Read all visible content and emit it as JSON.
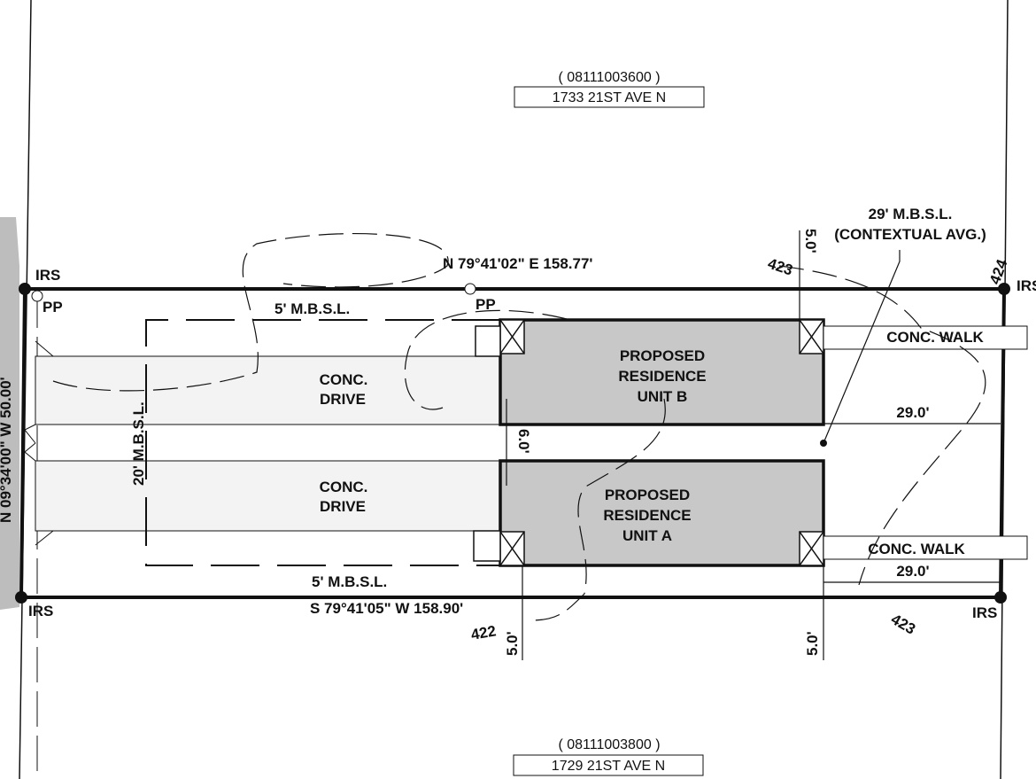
{
  "parcels": {
    "north": {
      "id": "( 08111003600 )",
      "address": "1733 21ST AVE N"
    },
    "south": {
      "id": "( 08111003800 )",
      "address": "1729 21ST AVE N"
    }
  },
  "bearings": {
    "north": "N 79°41'02\" E 158.77'",
    "south": "S 79°41'05\" W 158.90'",
    "west": "N 09°34'00\" W 50.00'"
  },
  "setbacks": {
    "side_north": "5' M.B.S.L.",
    "side_south": "5' M.B.S.L.",
    "front": "20' M.B.S.L.",
    "rear_title": "29' M.B.S.L.",
    "rear_subtitle": "(CONTEXTUAL AVG.)"
  },
  "markers": {
    "irs_nw": "IRS",
    "irs_ne": "IRS",
    "irs_sw": "IRS",
    "irs_se": "IRS",
    "pp_1": "PP",
    "pp_2": "PP"
  },
  "contours": {
    "c423_top": "423",
    "c424": "424",
    "c423_bottom": "423",
    "c422": "422"
  },
  "drives": {
    "top": [
      "CONC.",
      "DRIVE"
    ],
    "bottom": [
      "CONC.",
      "DRIVE"
    ]
  },
  "units": {
    "b": [
      "PROPOSED",
      "RESIDENCE",
      "UNIT B"
    ],
    "a": [
      "PROPOSED",
      "RESIDENCE",
      "UNIT A"
    ]
  },
  "walks": {
    "top": "CONC. WALK",
    "bottom": "CONC. WALK"
  },
  "dimensions": {
    "rear_b": "29.0'",
    "rear_a": "29.0'",
    "gap": "6.0'",
    "north_side": "5.0'",
    "south_side_left": "5.0'",
    "south_side_right": "5.0'"
  },
  "colors": {
    "building_fill": "#c8c8c8",
    "road_gray": "#bdbdbd",
    "line": "#111111"
  }
}
